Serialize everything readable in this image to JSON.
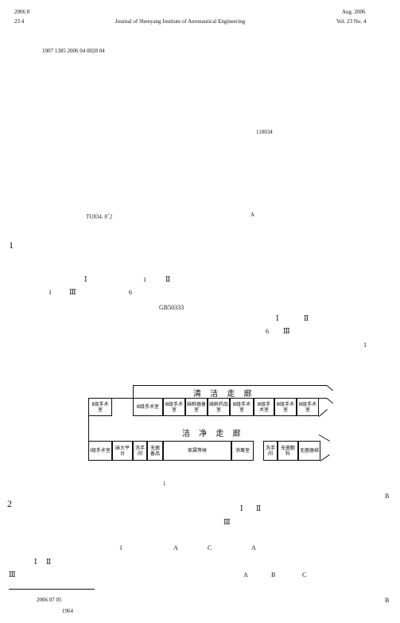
{
  "header": {
    "left_top": "2006    8",
    "left_bottom": "23       4",
    "journal": "Journal of Shenyang Institute of Aeronautical Engineering",
    "right_top": "Aug. 2006",
    "right_bottom": "Vol. 23    No. 4"
  },
  "article_id": "1007    1385  2006  04    0028    04",
  "postcode": "110034",
  "classification": "TU834. 8",
  "classification_sup": "+",
  "classification_tail": "2",
  "doc_code": "A",
  "section1": {
    "number": "1",
    "frag_a": "Ⅰ",
    "frag_b": "1",
    "frag_c": "Ⅱ",
    "frag_d": "1",
    "frag_e": "Ⅲ",
    "frag_f": "6",
    "standard": "GB50333",
    "frag_g": "Ⅰ",
    "frag_h": "Ⅱ",
    "frag_i": "6",
    "frag_j": "Ⅲ",
    "frag_k": "1"
  },
  "figure": {
    "corridor_top": "清 洁 走 廊",
    "corridor_mid": "洁 净 走 廊",
    "rooms_top": [
      "Ⅱ级手术室",
      "Ⅲ级手术室",
      "Ⅲ级手术室",
      "麻醉器备室",
      "麻醉药品室",
      "Ⅲ级手术室",
      "Ⅲ级手术室",
      "Ⅲ级手术室",
      "Ⅲ级手术室"
    ],
    "rooms_bottom": [
      "Ⅰ级手术室",
      "麻大平台",
      "洗手间",
      "无菌备品",
      "家属等候",
      "消毒室",
      "洗手间",
      "无菌敷料",
      "无菌器械"
    ],
    "caption": "1"
  },
  "section2": {
    "number": "2",
    "frag_a": "Ⅰ",
    "frag_b": "Ⅱ",
    "frag_c": "Ⅲ",
    "frag_d": "1",
    "frag_e": "A",
    "frag_f": "C",
    "frag_g": "A",
    "frag_h": "Ⅰ",
    "frag_i": "Ⅱ",
    "frag_j": "Ⅲ",
    "frag_k": "A",
    "frag_l": "B",
    "frag_m": "C",
    "margin_b1": "B",
    "margin_b2": "B"
  },
  "footnote": {
    "date": "2006    07    05",
    "year": "1964"
  }
}
